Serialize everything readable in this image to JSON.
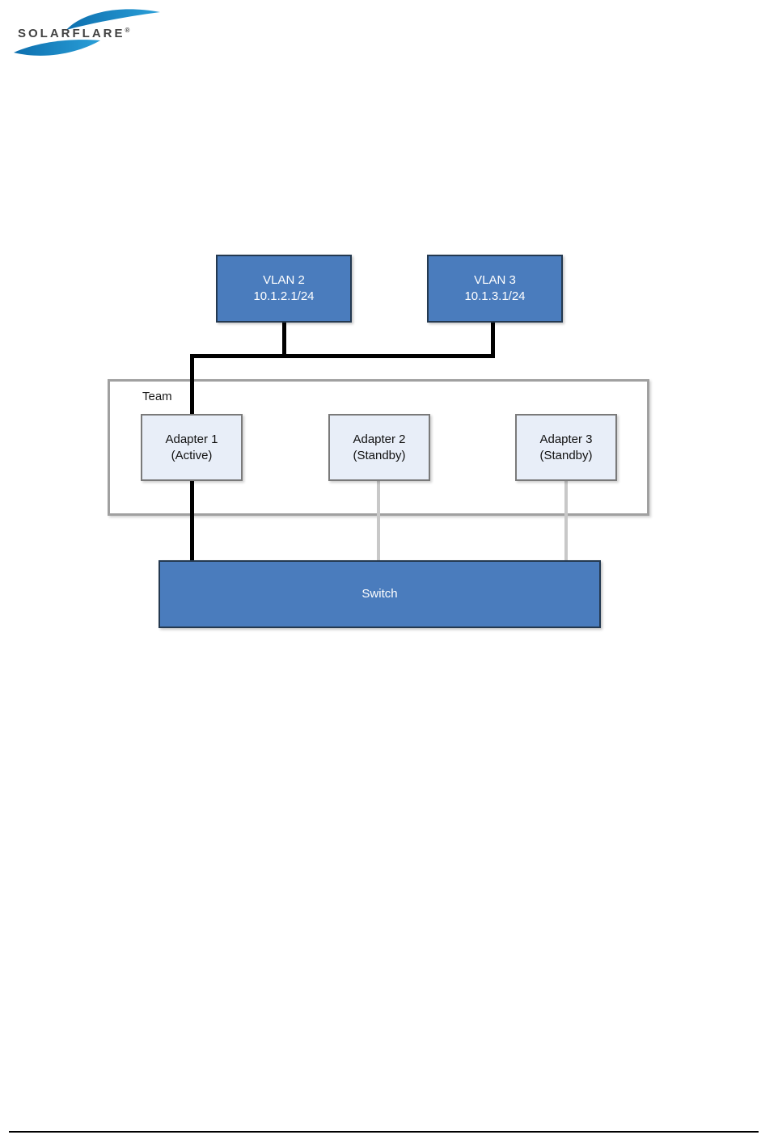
{
  "logo": {
    "brand": "SOLARFLARE",
    "registered": "®",
    "swoosh_color": "#1386c6"
  },
  "diagram": {
    "vlans": [
      {
        "name": "VLAN 2",
        "subnet": "10.1.2.1/24"
      },
      {
        "name": "VLAN 3",
        "subnet": "10.1.3.1/24"
      }
    ],
    "team": {
      "label": "Team",
      "adapters": [
        {
          "name": "Adapter 1",
          "state": "(Active)"
        },
        {
          "name": "Adapter 2",
          "state": "(Standby)"
        },
        {
          "name": "Adapter 3",
          "state": "(Standby)"
        }
      ]
    },
    "switch": {
      "label": "Switch"
    },
    "colors": {
      "node_fill": "#4a7cbd",
      "node_border": "#243950",
      "adapter_fill": "#e8eef8",
      "adapter_border": "#7a7a7a",
      "team_border": "#a0a0a0",
      "active_link": "#000000",
      "standby_link": "#c8c8c8"
    }
  }
}
